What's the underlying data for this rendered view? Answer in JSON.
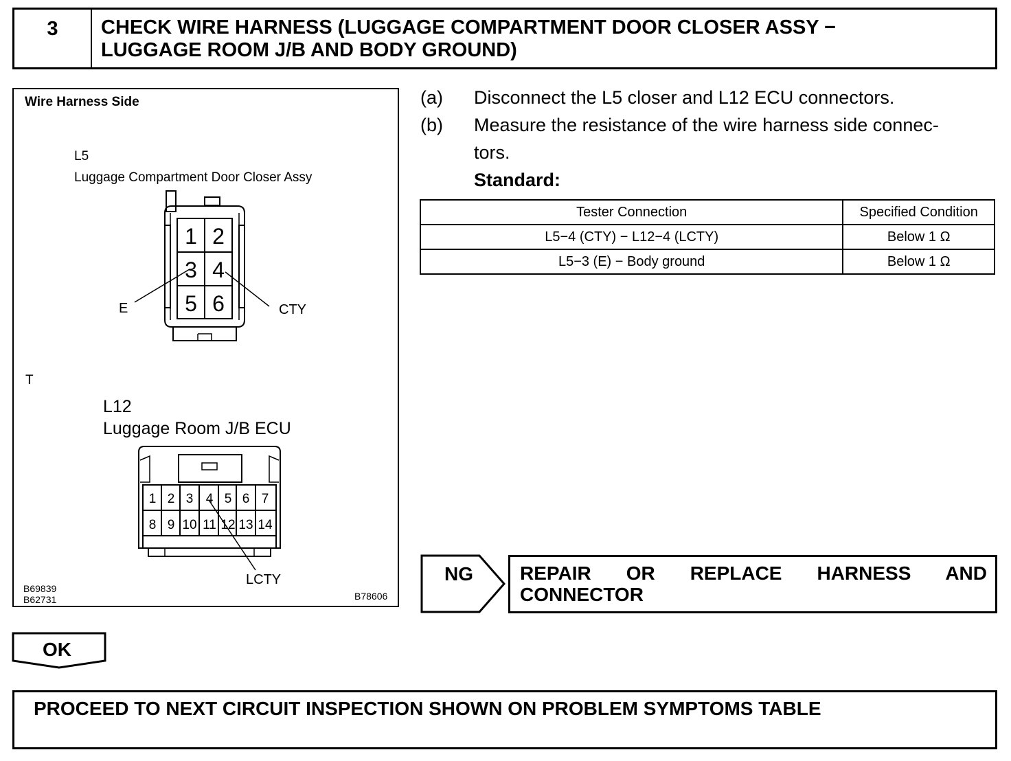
{
  "step": {
    "number": "3",
    "title_line1": "CHECK WIRE HARNESS (LUGGAGE COMPARTMENT DOOR CLOSER ASSY −",
    "title_line2": "LUGGAGE ROOM J/B AND BODY GROUND)"
  },
  "figure": {
    "heading": "Wire Harness Side",
    "l5_code": "L5",
    "l5_name": "Luggage Compartment Door Closer Assy",
    "l5_pins": [
      "1",
      "2",
      "3",
      "4",
      "5",
      "6"
    ],
    "label_e": "E",
    "label_cty": "CTY",
    "label_t": "T",
    "l12_code": "L12",
    "l12_name": "Luggage Room J/B ECU",
    "l12_pins_top": [
      "1",
      "2",
      "3",
      "4",
      "5",
      "6",
      "7"
    ],
    "l12_pins_bottom": [
      "8",
      "9",
      "10",
      "11",
      "12",
      "13",
      "14"
    ],
    "label_lcty": "LCTY",
    "ref1": "B69839",
    "ref2": "B62731",
    "ref3": "B78606"
  },
  "procedure": {
    "a_label": "(a)",
    "a_text": "Disconnect the L5 closer and L12 ECU connectors.",
    "b_label": "(b)",
    "b_text_line1": "Measure the resistance of the wire harness side connec-",
    "b_text_line2": "tors.",
    "standard_label": "Standard:"
  },
  "table": {
    "headers": [
      "Tester Connection",
      "Specified Condition"
    ],
    "rows": [
      [
        "L5−4 (CTY) − L12−4 (LCTY)",
        "Below 1 Ω"
      ],
      [
        "L5−3 (E) − Body ground",
        "Below 1 Ω"
      ]
    ]
  },
  "ng": {
    "label": "NG",
    "action_line1": "REPAIR OR REPLACE HARNESS AND",
    "action_line2": "CONNECTOR"
  },
  "ok": {
    "label": "OK"
  },
  "final": {
    "text": "PROCEED TO NEXT CIRCUIT INSPECTION SHOWN ON PROBLEM SYMPTOMS TABLE"
  }
}
